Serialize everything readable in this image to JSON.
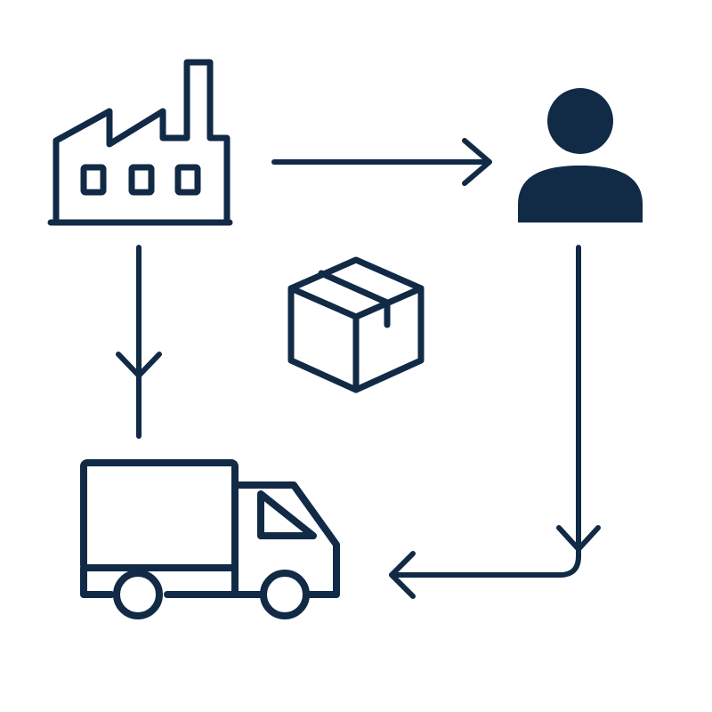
{
  "colors": {
    "ink": "#112a46",
    "background": "#ffffff"
  },
  "nodes": [
    {
      "id": "factory",
      "icon": "factory-icon"
    },
    {
      "id": "customer",
      "icon": "person-icon"
    },
    {
      "id": "package",
      "icon": "package-box-icon"
    },
    {
      "id": "truck",
      "icon": "delivery-truck-icon"
    }
  ],
  "edges": [
    {
      "from": "factory",
      "to": "customer",
      "direction": "right"
    },
    {
      "from": "factory",
      "to": "truck",
      "direction": "down"
    },
    {
      "from": "customer",
      "to": "truck",
      "direction": "down-then-left"
    }
  ]
}
